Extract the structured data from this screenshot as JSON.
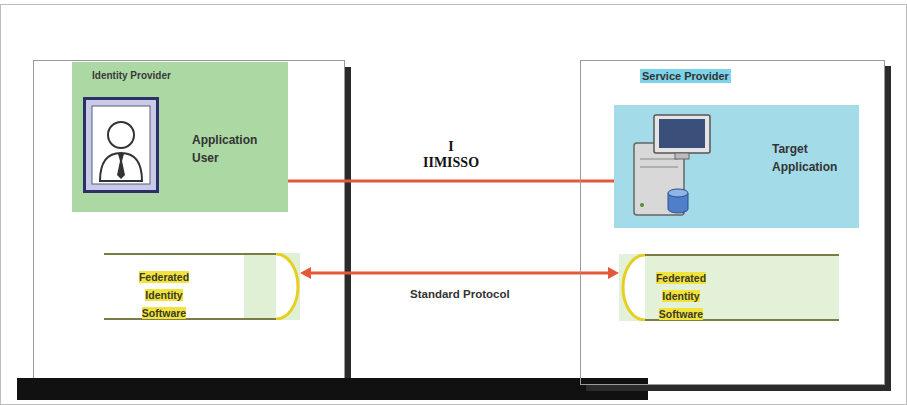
{
  "diagram": {
    "nodes": [
      {
        "text": [
          "Identity Provider",
          "Application User"
        ]
      },
      {
        "text": [
          "Service Provider"
        ]
      },
      {
        "text": [
          "Target Application"
        ],
        "in": 1
      },
      {
        "text": [
          "Federated Identity Software"
        ]
      },
      {
        "text": [
          "Federated Identity Software"
        ],
        "in": 1
      }
    ],
    "edges": [
      {
        "from": 0,
        "to": 2,
        "label": "I IIMISSO",
        "arrow": "none"
      },
      {
        "from": 3,
        "to": 4,
        "label": "Standard Protocol",
        "arrow": "both"
      }
    ]
  }
}
